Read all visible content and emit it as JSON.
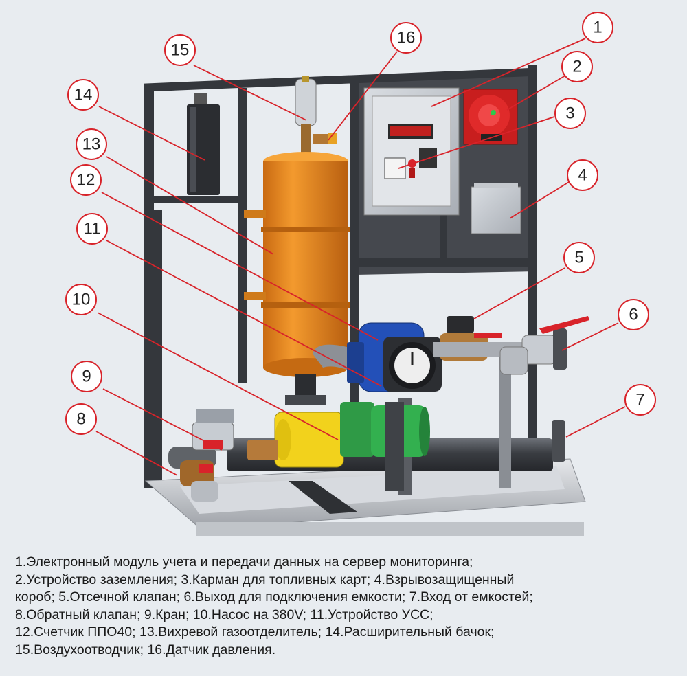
{
  "callouts": [
    "1",
    "2",
    "3",
    "4",
    "5",
    "6",
    "7",
    "8",
    "9",
    "10",
    "11",
    "12",
    "13",
    "14",
    "15",
    "16"
  ],
  "caption": [
    "1.Электронный модуль учета и передачи данных на сервер мониторинга;",
    "2.Устройство заземления; 3.Карман для топливных карт; 4.Взрывозащищенный",
    "короб;  5.Отсечной клапан; 6.Выход для подключения емкости; 7.Вход от емкостей;",
    "8.Обратный клапан; 9.Кран; 10.Насос на 380V; 11.Устройство УСС;",
    "12.Счетчик ППО40; 13.Вихревой газоотделитель; 14.Расширительный бачок;",
    "15.Воздухоотводчик; 16.Датчик давления."
  ],
  "colors": {
    "background": "#e8ecf0",
    "frame": "#3c3f44",
    "tank": "#e8891f",
    "callout_ring": "#d8232a",
    "leader": "#d8232a",
    "pump": "#f0d020",
    "meter": "#1f48a8",
    "motor": "#2aa84a",
    "base": "#c9ccd1"
  }
}
